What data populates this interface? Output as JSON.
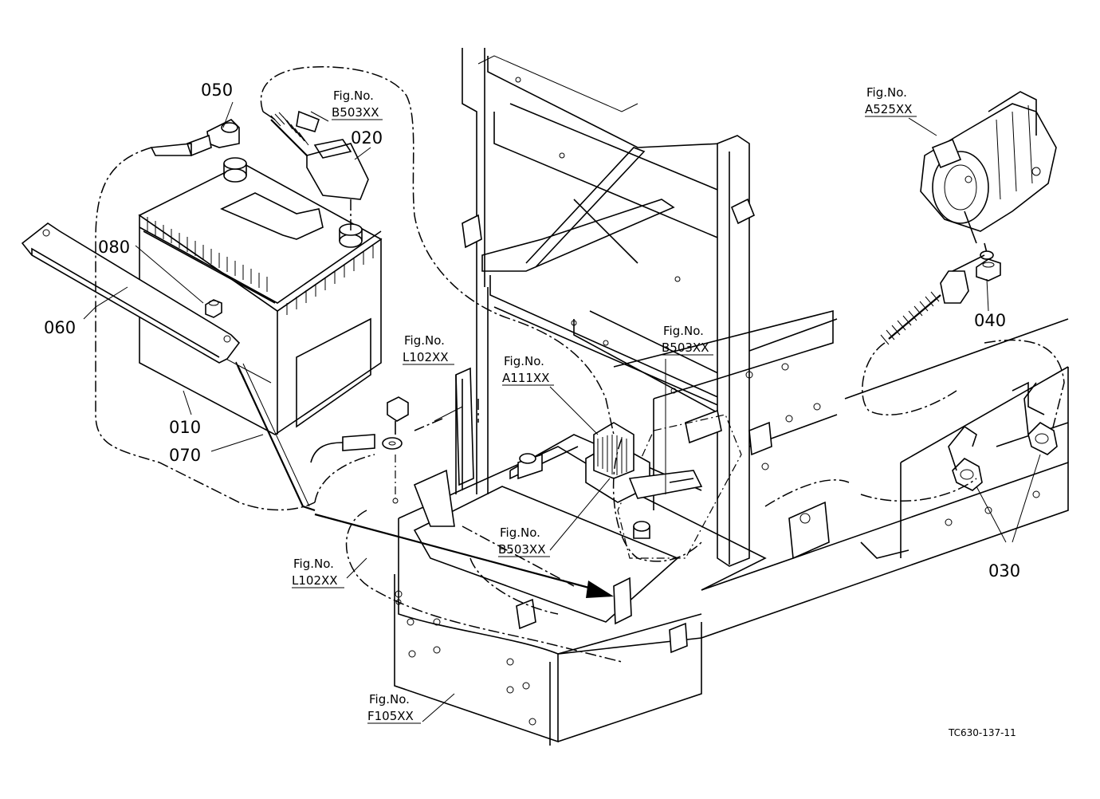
{
  "parts": {
    "p010": "010",
    "p020": "020",
    "p030": "030",
    "p040": "040",
    "p050": "050",
    "p060": "060",
    "p070": "070",
    "p080": "080"
  },
  "figrefs": {
    "fig_b503_top": {
      "line1": "Fig.No.",
      "line2": "B503XX"
    },
    "fig_a525": {
      "line1": "Fig.No.",
      "line2": "A525XX"
    },
    "fig_l102_mid": {
      "line1": "Fig.No.",
      "line2": "L102XX"
    },
    "fig_a111": {
      "line1": "Fig.No.",
      "line2": "A111XX"
    },
    "fig_b503_mid": {
      "line1": "Fig.No.",
      "line2": "B503XX"
    },
    "fig_b503_low": {
      "line1": "Fig.No.",
      "line2": "B503XX"
    },
    "fig_l102_low": {
      "line1": "Fig.No.",
      "line2": "L102XX"
    },
    "fig_f105": {
      "line1": "Fig.No.",
      "line2": "F105XX"
    }
  },
  "drawing_code": "TC630-137-11",
  "colors": {
    "ink": "#000000",
    "paper": "#ffffff"
  }
}
